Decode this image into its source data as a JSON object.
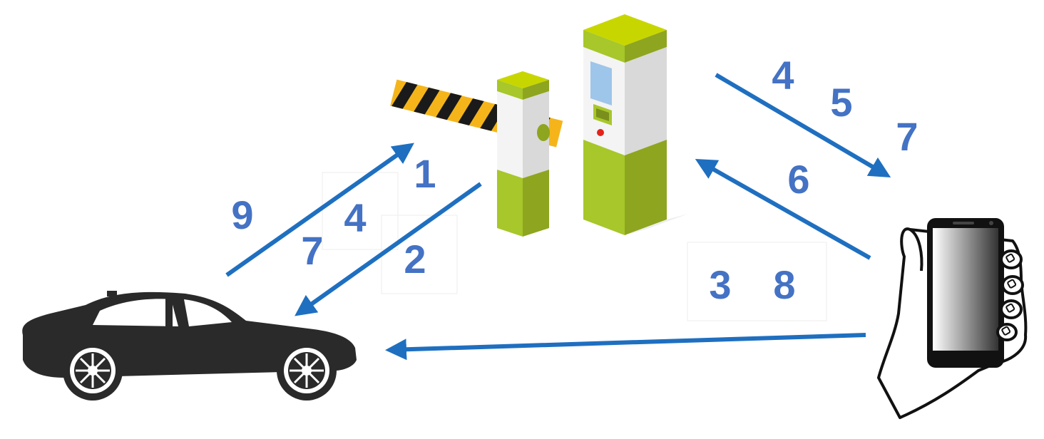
{
  "colors": {
    "arrow": "#1f6fc0",
    "number": "#4472c4",
    "lime": "#a7c72a",
    "lime_top": "#c8d600",
    "lime_dark": "#8ea51f",
    "booth_white": "#efefef",
    "barrier_yellow": "#f5b51a",
    "barrier_stripe": "#1a1a1a",
    "car": "#2a2a2a"
  },
  "icons": [
    "car-icon",
    "parking-barrier-icon",
    "ticket-machine-icon",
    "hand-holding-phone-icon"
  ],
  "labels": {
    "n1": "1",
    "n2": "2",
    "n3": "3",
    "n4a": "4",
    "n4b": "4",
    "n5": "5",
    "n6": "6",
    "n7a": "7",
    "n7b": "7",
    "n8": "8",
    "n9": "9"
  }
}
